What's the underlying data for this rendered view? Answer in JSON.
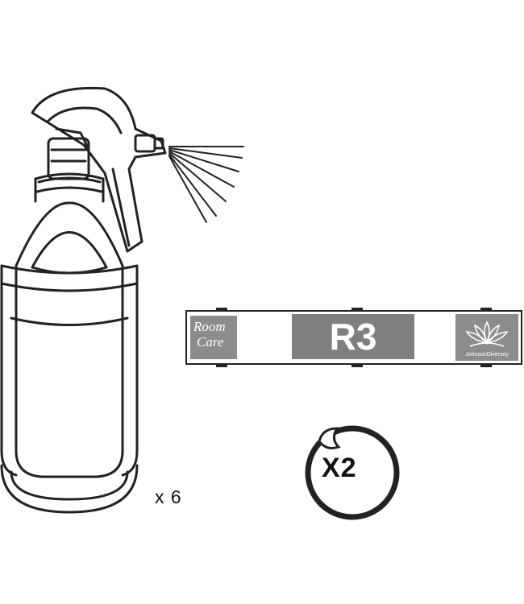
{
  "bottle_quantity": "x 6",
  "label": {
    "code": "R3",
    "brand_left_line1": "Room",
    "brand_left_line2": "Care",
    "brand_right": "JohnsonDiversey"
  },
  "sticker_quantity": "X2",
  "colors": {
    "line": "#222222",
    "label_gray": "#7f7f7f",
    "background": "#ffffff"
  },
  "icons": [
    "spray-bottle-icon",
    "lotus-logo-icon",
    "peel-sticker-icon"
  ]
}
